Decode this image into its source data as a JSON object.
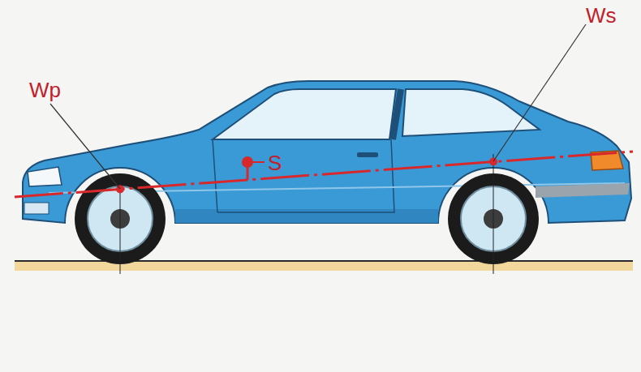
{
  "diagram": {
    "labels": [
      "Wp",
      "S",
      "Ws"
    ]
  }
}
